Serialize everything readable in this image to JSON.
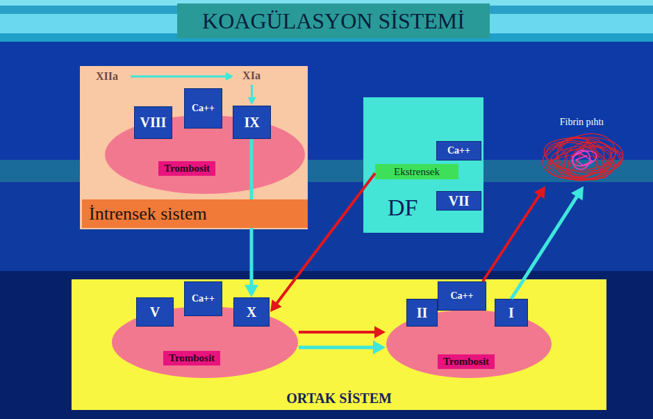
{
  "diagram": {
    "title": "KOAGÜLASYON SİSTEMİ",
    "nodes": [
      {
        "text": [
          "İntrensek sistem"
        ]
      },
      {
        "text": [
          "XIIa"
        ],
        "in": 0
      },
      {
        "text": [
          "XIa"
        ],
        "in": 0
      },
      {
        "text": [
          "Trombosit"
        ],
        "in": 0
      },
      {
        "text": [
          "VIII"
        ],
        "in": 0
      },
      {
        "text": [
          "Ca++"
        ],
        "in": 0
      },
      {
        "text": [
          "IX"
        ],
        "in": 0
      },
      {
        "text": [
          "DF"
        ]
      },
      {
        "text": [
          "Ca++"
        ],
        "in": 7
      },
      {
        "text": [
          "Ekstrensek"
        ],
        "in": 7
      },
      {
        "text": [
          "VII"
        ],
        "in": 7
      },
      {
        "text": [
          "Fibrin pıhtı"
        ]
      },
      {
        "text": [
          "ORTAK SİSTEM"
        ]
      },
      {
        "text": [
          "Trombosit"
        ],
        "in": 12
      },
      {
        "text": [
          "V"
        ],
        "in": 12
      },
      {
        "text": [
          "Ca++"
        ],
        "in": 12
      },
      {
        "text": [
          "X"
        ],
        "in": 12
      },
      {
        "text": [
          "Trombosit"
        ],
        "in": 12
      },
      {
        "text": [
          "II"
        ],
        "in": 12
      },
      {
        "text": [
          "Ca++"
        ],
        "in": 12
      },
      {
        "text": [
          "I"
        ],
        "in": 12
      }
    ],
    "edges": [
      {
        "from": 1,
        "to": 2,
        "arrow": "to"
      },
      {
        "from": 2,
        "to": 6,
        "arrow": "to"
      },
      {
        "from": 6,
        "to": 16,
        "arrow": "to"
      },
      {
        "from": 9,
        "to": 16,
        "arrow": "to"
      },
      {
        "from": 13,
        "to": 17,
        "arrow": "to"
      },
      {
        "from": 13,
        "to": 17,
        "arrow": "to"
      },
      {
        "from": 19,
        "to": 11,
        "arrow": "to"
      },
      {
        "from": 20,
        "to": 11,
        "arrow": "to"
      }
    ]
  }
}
